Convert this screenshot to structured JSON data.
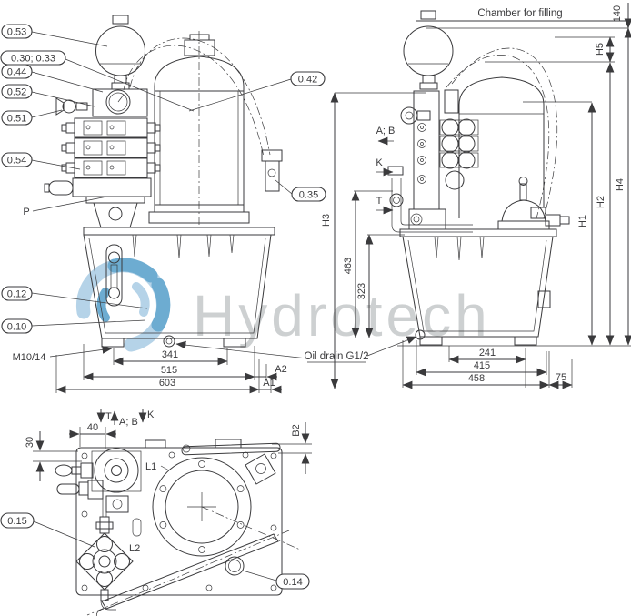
{
  "watermark": {
    "text": "Hydrotech"
  },
  "colors": {
    "line": "#3a3a3c",
    "background": "#ffffff",
    "watermark_text": "#c8cbcd",
    "logo_blue": "#5ea4cd",
    "logo_blue_light": "#aecfe6"
  },
  "notes": {
    "chamber": "Chamber for filling",
    "oil_drain": "Oil drain G1/2",
    "thread": "M10/14",
    "p": "P"
  },
  "callouts": {
    "c53": "0.53",
    "c30": "0.30; 0.33",
    "c44": "0.44",
    "c52": "0.52",
    "c51": "0.51",
    "c54": "0.54",
    "c42": "0.42",
    "c35": "0.35",
    "c12": "0.12",
    "c10": "0.10",
    "c15": "0.15",
    "c14": "0.14"
  },
  "ports": {
    "ab": "A; B",
    "k": "K",
    "t": "T",
    "l1": "L1",
    "l2": "L2"
  },
  "dims": {
    "d341": "341",
    "d515": "515",
    "d603": "603",
    "a2": "A2",
    "a1": "A1",
    "d241": "241",
    "d415": "415",
    "d458": "458",
    "d75": "75",
    "d463": "463",
    "d323": "323",
    "h1": "H1",
    "h2": "H2",
    "h3": "H3",
    "h4": "H4",
    "h5": "H5",
    "d140": "140",
    "d40": "40",
    "d30": "30",
    "b2": "B2"
  }
}
